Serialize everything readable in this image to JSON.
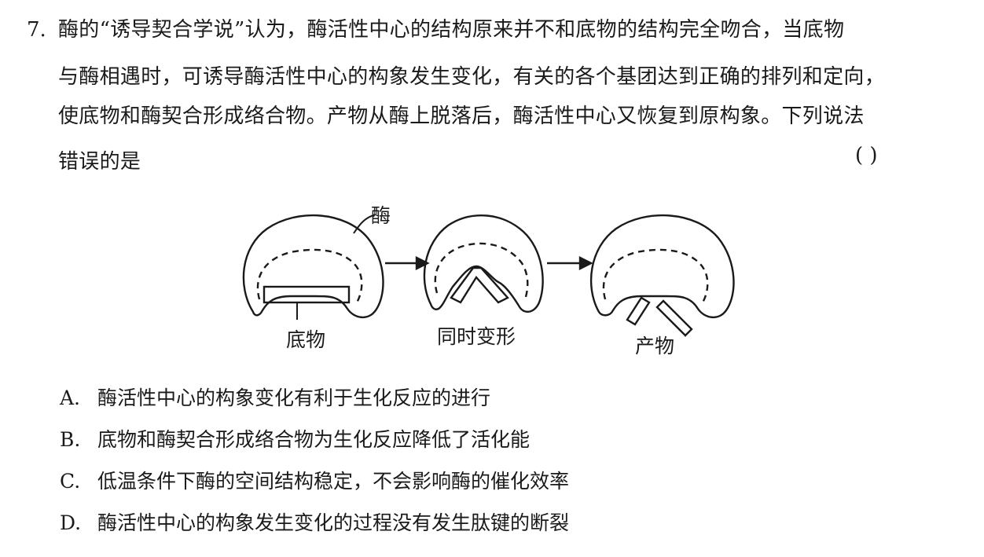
{
  "question": {
    "number": "7.",
    "lines": [
      "酶的“诱导契合学说”认为，酶活性中心的结构原来并不和底物的结构完全吻合，当底物",
      "与酶相遇时，可诱导酶活性中心的构象发生变化，有关的各个基团达到正确的排列和定向，",
      "使底物和酶契合形成络合物。产物从酶上脱落后，酶活性中心又恢复到原构象。下列说法",
      "错误的是"
    ],
    "answer_blank": "(        )"
  },
  "diagram": {
    "label_enzyme": "酶",
    "label_substrate": "底物",
    "label_deform": "同时变形",
    "label_product": "产物"
  },
  "options": [
    {
      "letter": "A.",
      "text": "酶活性中心的构象变化有利于生化反应的进行"
    },
    {
      "letter": "B.",
      "text": "底物和酶契合形成络合物为生化反应降低了活化能"
    },
    {
      "letter": "C.",
      "text": "低温条件下酶的空间结构稳定，不会影响酶的催化效率"
    },
    {
      "letter": "D.",
      "text": "酶活性中心的构象发生变化的过程没有发生肽键的断裂"
    }
  ]
}
